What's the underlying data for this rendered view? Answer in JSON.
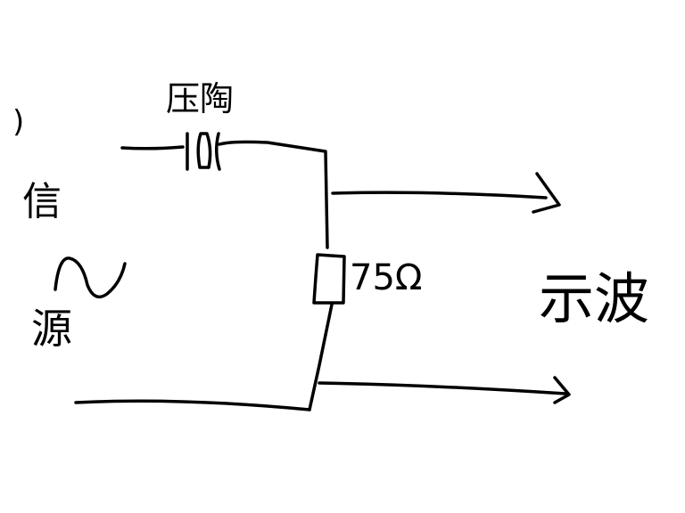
{
  "labels": {
    "piezo": "压陶",
    "paren": ")",
    "source_top": "信",
    "source_bottom": "源",
    "resistor": "75Ω",
    "scope": "示波"
  },
  "colors": {
    "ink": "#000000",
    "background": "#ffffff"
  }
}
